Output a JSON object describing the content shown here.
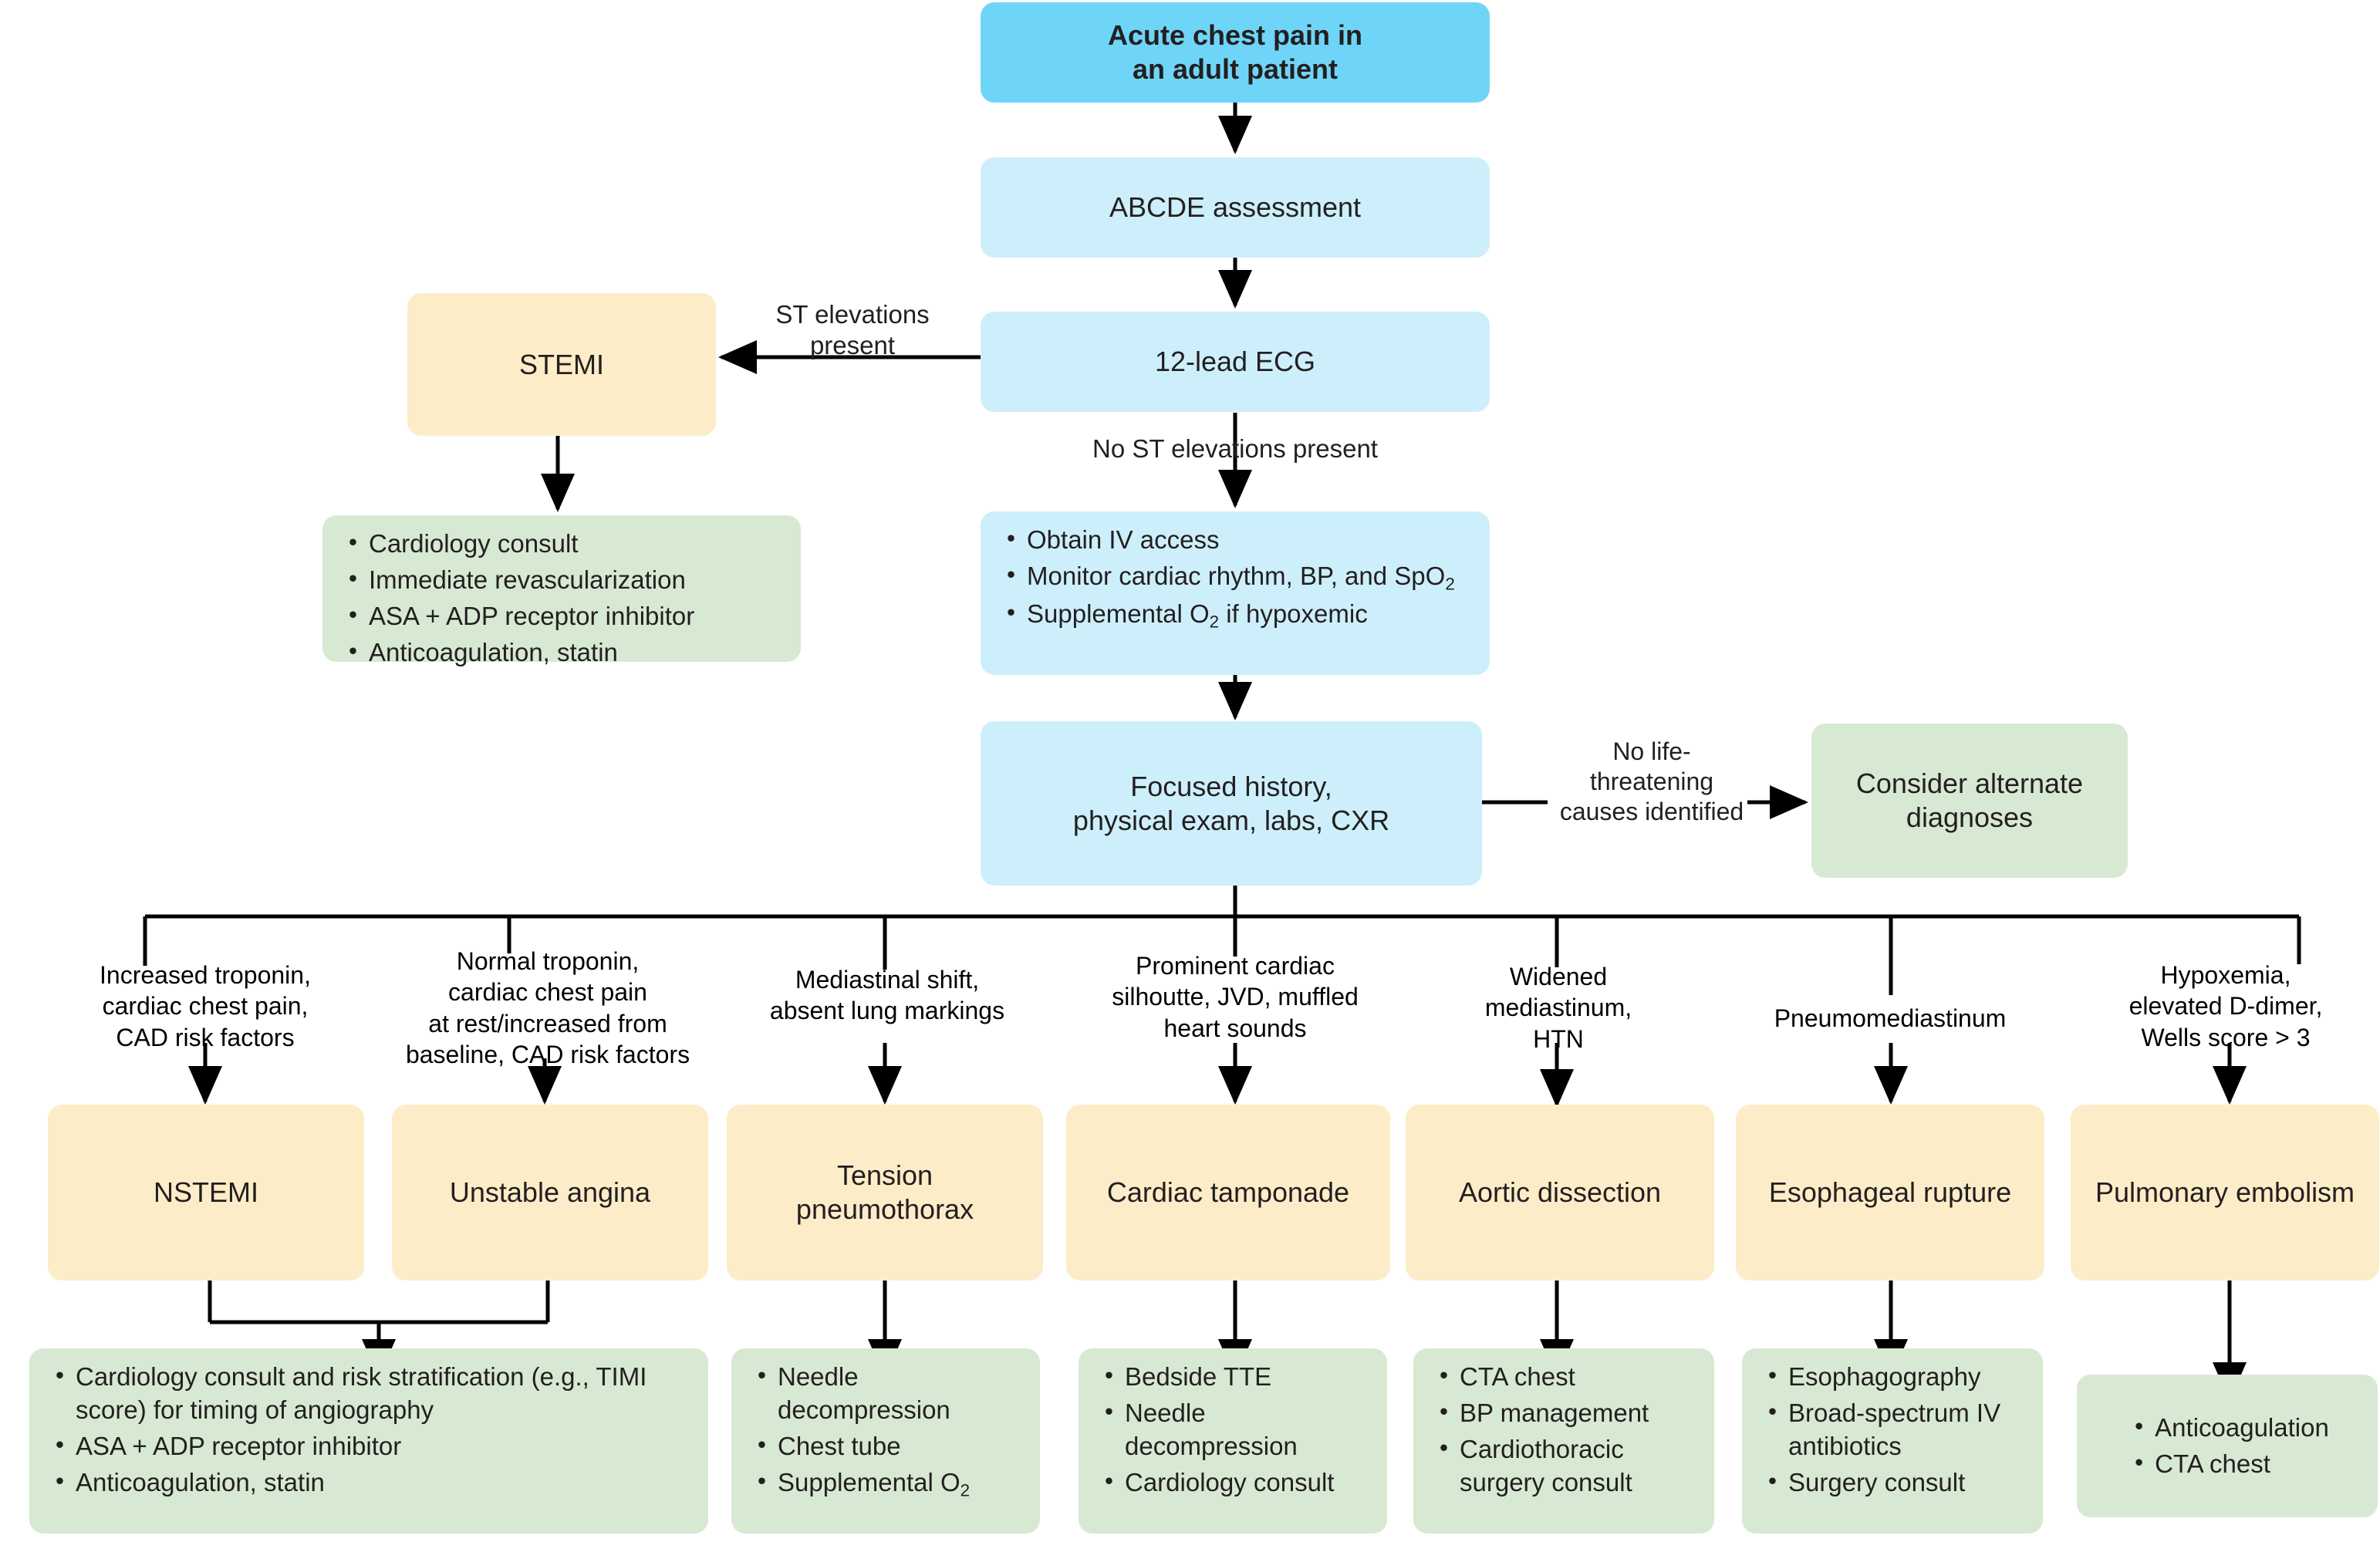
{
  "diagram": {
    "title": "Acute chest pain in an adult patient — diagnostic algorithm",
    "colors": {
      "blue_strong": "#6fd5f8",
      "blue_light": "#cdeffb",
      "yellow": "#fcedc8",
      "green": "#d7e9d2",
      "line": "#000000",
      "text": "#231f20"
    }
  },
  "nodes": {
    "start": "Acute chest pain in\nan adult patient",
    "abcde": "ABCDE assessment",
    "ecg": "12-lead ECG",
    "stemi": "STEMI",
    "stemi_tx": [
      "Cardiology consult",
      "Immediate revascularization",
      "ASA + ADP receptor inhibitor",
      "Anticoagulation, statin"
    ],
    "initial_mgmt": [
      "Obtain IV access",
      "Monitor cardiac rhythm, BP, and SpO2",
      "Supplemental O2 if hypoxemic"
    ],
    "workup": "Focused history,\nphysical exam, labs, CXR",
    "alternate": "Consider alternate\ndiagnoses",
    "nstemi": "NSTEMI",
    "unstable_angina": "Unstable angina",
    "tension_ptx": "Tension\npneumothorax",
    "tamponade": "Cardiac tamponade",
    "aortic_dissection": "Aortic dissection",
    "esophageal_rupture": "Esophageal rupture",
    "pulmonary_embolism": "Pulmonary embolism",
    "acs_tx": [
      "Cardiology consult and risk stratification (e.g., TIMI score) for timing of angiography",
      "ASA + ADP receptor inhibitor",
      "Anticoagulation, statin"
    ],
    "tension_ptx_tx": [
      "Needle decompression",
      "Chest tube",
      "Supplemental O2"
    ],
    "tamponade_tx": [
      "Bedside TTE",
      "Needle decompression",
      "Cardiology consult"
    ],
    "dissection_tx": [
      "CTA chest",
      "BP management",
      "Cardiothoracic surgery consult"
    ],
    "rupture_tx": [
      "Esophagography",
      "Broad-spectrum IV antibiotics",
      "Surgery consult"
    ],
    "pe_tx": [
      "Anticoagulation",
      "CTA chest"
    ]
  },
  "edge_labels": {
    "st_elevations": "ST elevations\npresent",
    "no_st_elevations": "No ST elevations present",
    "no_life_threatening": "No life-\nthreatening\ncauses identified"
  },
  "branch_labels": [
    "Increased troponin,\ncardiac chest pain,\nCAD risk factors",
    "Normal troponin,\ncardiac chest pain\nat rest/increased from\nbaseline, CAD risk factors",
    "Mediastinal shift,\nabsent lung markings",
    "Prominent cardiac\nsilhoutte, JVD, muffled\nheart sounds",
    "Widened\nmediastinum,\nHTN",
    "Pneumomediastinum",
    "Hypoxemia,\nelevated D-dimer,\nWells score > 3"
  ]
}
